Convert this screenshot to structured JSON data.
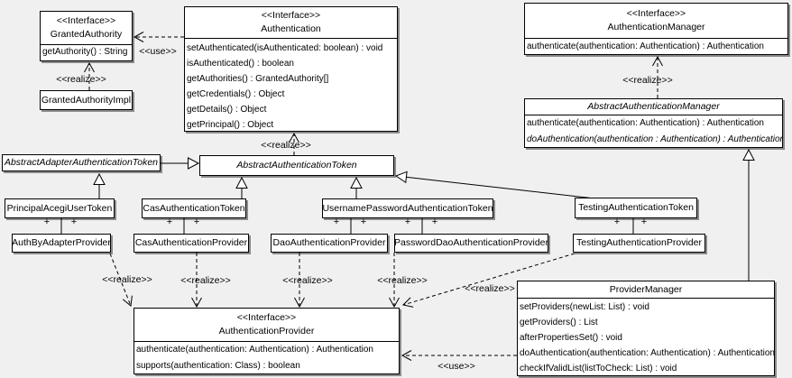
{
  "diagram": {
    "classes": {
      "granted_authority": {
        "stereotype": "<<Interface>>",
        "name": "GrantedAuthority",
        "methods": [
          "getAuthority() : String"
        ]
      },
      "granted_authority_impl": {
        "name": "GrantedAuthorityImpl"
      },
      "authentication": {
        "stereotype": "<<Interface>>",
        "name": "Authentication",
        "methods": [
          "setAuthenticated(isAuthenticated: boolean) : void",
          "isAuthenticated() : boolean",
          "getAuthorities() : GrantedAuthority[]",
          "getCredentials() : Object",
          "getDetails() : Object",
          "getPrincipal() : Object"
        ]
      },
      "authentication_manager": {
        "stereotype": "<<Interface>>",
        "name": "AuthenticationManager",
        "methods": [
          "authenticate(authentication: Authentication) : Authentication"
        ]
      },
      "abstract_authentication_manager": {
        "name": "AbstractAuthenticationManager",
        "methods": [
          "authenticate(authentication: Authentication) : Authentication",
          "doAuthentication(authentication : Authentication) : Authentication"
        ]
      },
      "abstract_adapter_authentication_token": {
        "name": "AbstractAdapterAuthenticationToken"
      },
      "abstract_authentication_token": {
        "name": "AbstractAuthenticationToken"
      },
      "principal_acegi_user_token": {
        "name": "PrincipalAcegiUserToken"
      },
      "cas_authentication_token": {
        "name": "CasAuthenticationToken"
      },
      "username_password_authentication_token": {
        "name": "UsernamePasswordAuthenticationToken"
      },
      "testing_authentication_token": {
        "name": "TestingAuthenticationToken"
      },
      "auth_by_adapter_provider": {
        "name": "AuthByAdapterProvider"
      },
      "cas_authentication_provider": {
        "name": "CasAuthenticationProvider"
      },
      "dao_authentication_provider": {
        "name": "DaoAuthenticationProvider"
      },
      "password_dao_authentication_provider": {
        "name": "PasswordDaoAuthenticationProvider"
      },
      "testing_authentication_provider": {
        "name": "TestingAuthenticationProvider"
      },
      "authentication_provider": {
        "stereotype": "<<Interface>>",
        "name": "AuthenticationProvider",
        "methods": [
          "authenticate(authentication: Authentication) : Authentication",
          "supports(authentication: Class) : boolean"
        ]
      },
      "provider_manager": {
        "name": "ProviderManager",
        "methods": [
          "setProviders(newList: List) : void",
          "getProviders() : List",
          "afterPropertiesSet() : void",
          "doAuthentication(authentication: Authentication) : Authentication",
          "checkIfValidList(listToCheck: List) : void"
        ]
      }
    },
    "edge_labels": {
      "use_granted_authority": "<<use>>",
      "realize_granted_authority": "<<realize>>",
      "realize_authentication_manager": "<<realize>>",
      "realize_authentication": "<<realize>>",
      "realize_auth_by_adapter": "<<realize>>",
      "realize_cas": "<<realize>>",
      "realize_dao": "<<realize>>",
      "realize_password_dao": "<<realize>>",
      "realize_testing": "<<realize>>",
      "use_provider_manager": "<<use>>",
      "plus": "+"
    },
    "colors": {
      "background": "#f0f0f0",
      "box_fill": "#ffffff",
      "line": "#000000"
    }
  }
}
